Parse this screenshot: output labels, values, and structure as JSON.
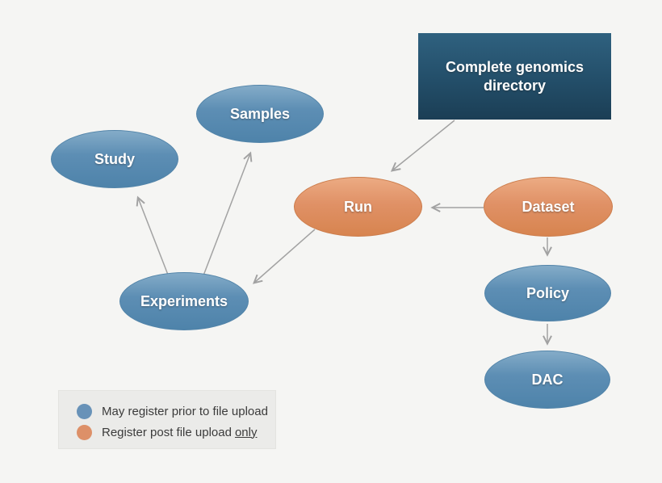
{
  "diagram": {
    "nodes": {
      "directory": {
        "label": "Complete genomics directory",
        "shape": "rectangle",
        "color": "#23506d"
      },
      "samples": {
        "label": "Samples",
        "shape": "ellipse",
        "category": "may-register-prior-to-file-upload",
        "color": "#5d8eb4"
      },
      "study": {
        "label": "Study",
        "shape": "ellipse",
        "category": "may-register-prior-to-file-upload",
        "color": "#5d8eb4"
      },
      "run": {
        "label": "Run",
        "shape": "ellipse",
        "category": "register-post-file-upload-only",
        "color": "#e09166"
      },
      "dataset": {
        "label": "Dataset",
        "shape": "ellipse",
        "category": "register-post-file-upload-only",
        "color": "#e09166"
      },
      "experiments": {
        "label": "Experiments",
        "shape": "ellipse",
        "category": "may-register-prior-to-file-upload",
        "color": "#5d8eb4"
      },
      "policy": {
        "label": "Policy",
        "shape": "ellipse",
        "category": "may-register-prior-to-file-upload",
        "color": "#5d8eb4"
      },
      "dac": {
        "label": "DAC",
        "shape": "ellipse",
        "category": "may-register-prior-to-file-upload",
        "color": "#5d8eb4"
      }
    },
    "edges": [
      {
        "from": "directory",
        "to": "run"
      },
      {
        "from": "experiments",
        "to": "study"
      },
      {
        "from": "experiments",
        "to": "samples"
      },
      {
        "from": "run",
        "to": "experiments"
      },
      {
        "from": "dataset",
        "to": "run"
      },
      {
        "from": "dataset",
        "to": "policy"
      },
      {
        "from": "policy",
        "to": "dac"
      }
    ],
    "edge_color": "#a2a2a2"
  },
  "legend": {
    "items": [
      {
        "swatch_color": "#6892b8",
        "text": "May register prior to file upload",
        "underlined": ""
      },
      {
        "swatch_color": "#dd9068",
        "text": "Register post file upload",
        "underlined": "only"
      }
    ]
  },
  "background_color": "#f5f5f3"
}
